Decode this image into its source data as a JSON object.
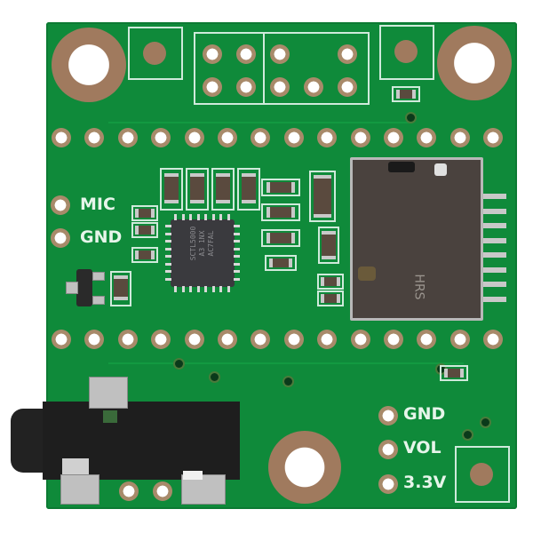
{
  "board": {
    "color": "#0f8a3a",
    "silkscreen_color": "#e6f5ea"
  },
  "labels": {
    "mic": "MIC",
    "gnd_left": "GND",
    "gnd_right": "GND",
    "vol": "VOL",
    "v33": "3.3V"
  },
  "chip": {
    "marking_line1": "SCTL5000",
    "marking_line2": "A3 1NX",
    "marking_line3": "AC7FAL"
  },
  "sd_card": {
    "marking": "HRS"
  },
  "header_rows": {
    "top_count": 14,
    "bottom_count": 14
  }
}
